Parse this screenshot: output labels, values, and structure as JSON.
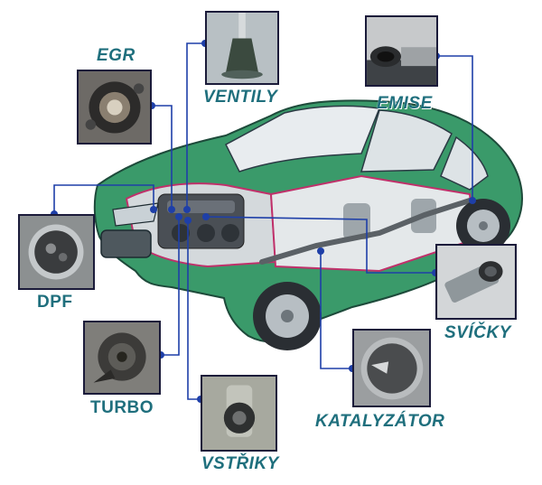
{
  "colors": {
    "car_body": "#3a9a6a",
    "leader_line": "#1e3fa8",
    "label_text": "#1f6f7d",
    "frame": "#1b1b3a",
    "exhaust_highlight": "#c0306a"
  },
  "components": [
    {
      "id": "egr",
      "label": "EGR",
      "icon": "egr-valve-photo"
    },
    {
      "id": "ventily",
      "label": "VENTILY",
      "icon": "valve-photo"
    },
    {
      "id": "emise",
      "label": "EMISE",
      "icon": "exhaust-pipe-photo"
    },
    {
      "id": "dpf",
      "label": "DPF",
      "icon": "particulate-filter-photo"
    },
    {
      "id": "svicky",
      "label": "SVÍČKY",
      "icon": "glow-plug-photo"
    },
    {
      "id": "turbo",
      "label": "TURBO",
      "icon": "turbocharger-photo"
    },
    {
      "id": "katalyzator",
      "label": "KATALYZÁTOR",
      "icon": "catalytic-converter-photo"
    },
    {
      "id": "vstriky",
      "label": "VSTŘIKY",
      "icon": "injector-photo"
    }
  ]
}
